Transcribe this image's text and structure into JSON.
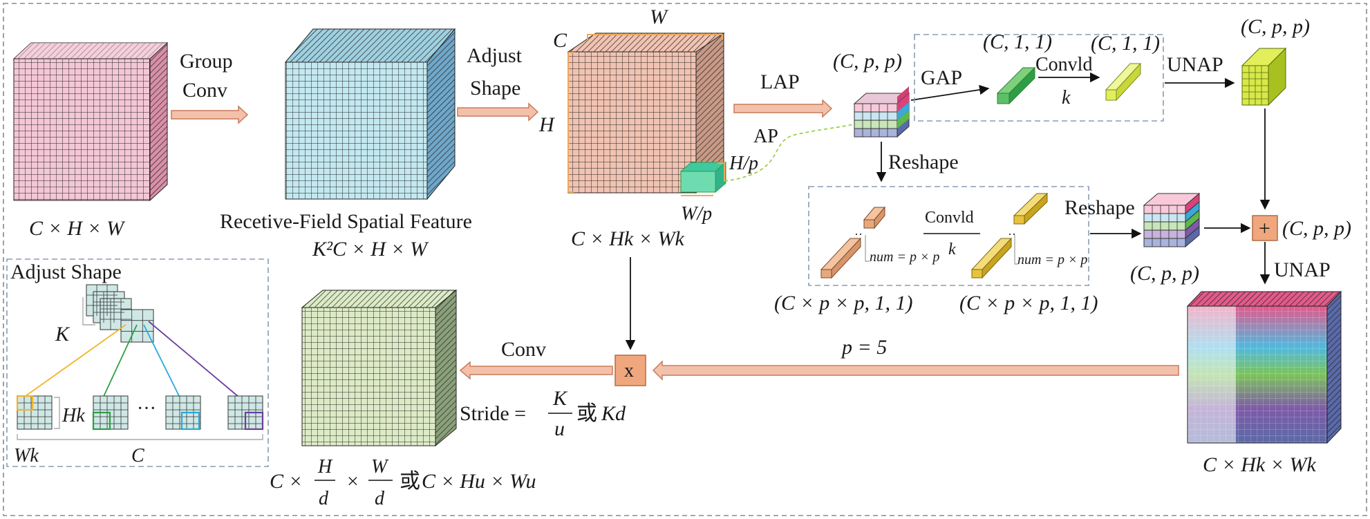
{
  "colors": {
    "pink": "#f4c7d6",
    "pink_side": "#d98fa8",
    "pink_top": "#ecb0c4",
    "blue": "#c3e8f0",
    "blue_side": "#6fa7c9",
    "blue_top": "#9fd0e0",
    "salmon": "#f1c3b2",
    "salmon_side": "#c89986",
    "olive": "#dcebc6",
    "olive_side": "#8aa07a",
    "arrow_fill": "#f3c1aa",
    "arrow_stroke": "#c97a5a",
    "box_border": "#8a9bb0",
    "op_fill": "#f1a77d",
    "op_stroke": "#b36a45",
    "green": "#2e9e44",
    "yellow_green": "#d8e84a",
    "orange_cube": "#e8a87c",
    "gold": "#e8c23c"
  },
  "labels": {
    "group_conv_1": "Group",
    "group_conv_2": "Conv",
    "cube1_caption": "C × H × W",
    "cube2_caption_1": "Recetive-Field Spatial Feature",
    "cube2_caption_2": "K²C × H × W",
    "adjust_1": "Adjust",
    "adjust_2": "Shape",
    "cube3_W": "W",
    "cube3_C": "C",
    "cube3_H": "H",
    "cube3_Hp": "H/p",
    "cube3_Wp": "W/p",
    "cube3_caption": "C × Hk × Wk",
    "lap": "LAP",
    "ap": "AP",
    "cpp_top": "(C, p, p)",
    "gap": "GAP",
    "c11_a": "(C, 1, 1)",
    "c11_b": "(C, 1, 1)",
    "conv1d_top": "Convld",
    "k_top": "k",
    "unap_top": "UNAP",
    "cpp_right": "(C, p, p)",
    "reshape_1": "Reshape",
    "reshape_2": "Reshape",
    "conv1d_mid": "Convld",
    "k_mid": "k",
    "num_1": "num = p × p",
    "num_2": "num = p × p",
    "cpp11_a": "(C × p × p, 1, 1)",
    "cpp11_b": "(C × p × p, 1, 1)",
    "cpp_mid": "(C, p, p)",
    "plus": "+",
    "cpp_plus": "(C, p, p)",
    "unap_right": "UNAP",
    "big_caption": "C × Hk × Wk",
    "p5": "p = 5",
    "times": "x",
    "conv": "Conv",
    "stride": "Stride =",
    "stride_k": "K",
    "stride_u": "u",
    "stride_or": "或",
    "stride_kd": "Kd",
    "out_caption_c": "C ×",
    "out_H": "H",
    "out_d1": "d",
    "out_W": "W",
    "out_d2": "d",
    "out_or": "或",
    "out_rest": "C × Hu × Wu",
    "inset_title": "Adjust Shape",
    "inset_K": "K",
    "inset_Hk": "Hk",
    "inset_dots": "···",
    "inset_Wk": "Wk",
    "inset_C": "C"
  }
}
